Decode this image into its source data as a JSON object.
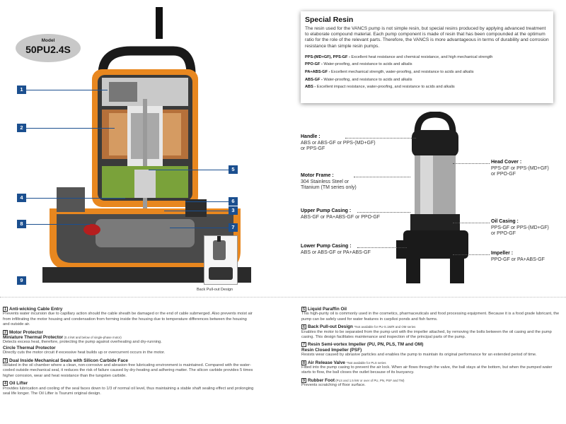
{
  "model": {
    "label": "Model",
    "name": "50PU2.4S"
  },
  "callouts": [
    "1",
    "2",
    "3",
    "4",
    "5",
    "6",
    "7",
    "8",
    "9"
  ],
  "thumbnail_caption": "Back Pull-out Design",
  "special_resin": {
    "title": "Special Resin",
    "intro": "The resin used for the VANCS pump is not simple resin, but special resins produced by applying advanced treatment to elaborate compound material. Each pump component is made of resin that has been compounded at the optimum ratio for the role of the relevant parts. Therefore, the VANCS is more advantageous in terms of durability and corrosion resistance than simple resin pumps.",
    "items": [
      {
        "code": "PPS-(MD+GF), PPS-GF - ",
        "desc": "Excellent heat resistance and chemical resistance, and high mechanical strength"
      },
      {
        "code": "PPO-GF - ",
        "desc": "Water-proofing, and resistance to acids and alkalis"
      },
      {
        "code": "PA+ABS-GF - ",
        "desc": "Excellent mechanical strength, water-proofing, and resistance to acids and alkalis"
      },
      {
        "code": "ABS-GF - ",
        "desc": "Water-proofing, and resistance to acids and alkalis"
      },
      {
        "code": "ABS - ",
        "desc": "Excellent impact resistance, water-proofing, and resistance to acids and alkalis"
      }
    ]
  },
  "materials": {
    "handle": {
      "title": "Handle :",
      "l1": "ABS or ABS-GF or PPS-(MD+GF)",
      "l2": "or PPS-GF"
    },
    "motor_frame": {
      "title": "Motor Frame :",
      "l1": "304 Stainless Steel or",
      "l2": "Titanium (TM series only)"
    },
    "upper_casing": {
      "title": "Upper Pump Casing :",
      "l1": "ABS-GF or PA+ABS-GF or PPO-GF"
    },
    "lower_casing": {
      "title": "Lower Pump Casing :",
      "l1": "ABS or ABS-GF or PA+ABS-GF"
    },
    "head_cover": {
      "title": "Head Cover :",
      "l1": "PPS-GF or PPS-(MD+GF)",
      "l2": "or PPO-GF"
    },
    "oil_casing": {
      "title": "Oil Casing :",
      "l1": "PPS-GF or PPS-(MD+GF)",
      "l2": "or PPO-GF"
    },
    "impeller": {
      "title": "Impeller :",
      "l1": "PPO-GF or PA+ABS-GF"
    }
  },
  "notes_left": [
    {
      "num": "1",
      "title": "Anti-wicking Cable Entry",
      "body": "Prevents water incursion due to capillary action should the cable sheath be damaged or the end of cable submerged. Also prevents moist air from infiltrating the motor housing and condensation from forming inside the housing due to temperature differences between the housing and outside air."
    },
    {
      "num": "2",
      "title": "Motor Protector",
      "sub1": "Miniature Thermal Protector",
      "sub1b": " (0.4 kW and below of single-phase motor)",
      "body1": "Detects excess heat, therefore, protecting the pump against overheating and dry-running.",
      "sub2": "Circle Thermal Protector",
      "body2": "Directly cuts the motor circuit if excessive heat builds up or overcurrent occurs in the motor."
    },
    {
      "num": "3",
      "title": "Dual Inside Mechanical Seals with Silicon Carbide Face",
      "body": "Isolated in the oil chamber where a clean, non-corrosive and abrasion-free lubricating environment is maintained. Compared with the water-cooled outside mechanical seal, it reduces the risk of failure caused by dry-heating and adhering matter. The silicon carbide provides 5 times higher corrosion, wear and heat resistance than the tungsten carbide."
    },
    {
      "num": "4",
      "title": "Oil Lifter",
      "body": "Provides lubrication and cooling of the seal faces down to 1/3 of normal oil level, thus maintaining a stable shaft sealing effect and prolonging seal life longer. The Oil Lifter is Tsurumi original design."
    }
  ],
  "notes_right": [
    {
      "num": "5",
      "title": "Liquid Paraffin Oil",
      "body": "This high-purity oil is commonly used in the cosmetics, pharmaceuticals and food processing equipment. Because it is a food grade lubricant, the pump can be safely used for water features in carp/koi ponds and fish farms."
    },
    {
      "num": "6",
      "title": "Back Pull-out Design",
      "note": "*Not available for PU-S.1M/R and OM series",
      "body": "Enables the motor to be separated from the pump unit with the impeller attached, by removing the bolts between the oil casing and the pump casing. This design facilitates maintenance and inspection of the principal parts of the pump."
    },
    {
      "num": "7",
      "title": "Resin Semi-vortex Impeller (PU, PN, PLS, TM and OM)",
      "title2": "Resin Closed Impeller (PSF)",
      "body": "Resists wear caused by abrasive particles and enables the pump to maintain its original performance for an extended period of time."
    },
    {
      "num": "8",
      "title": "Air Release Valve",
      "note": "*Not available for PLS series",
      "body": "Fitted into the pump casing to prevent the air lock. When air flows through the valve, the ball stays at the bottom, but when the pumped water starts to flow, the ball closes the outlet because of its buoyancy."
    },
    {
      "num": "9",
      "title": "Rubber Foot",
      "title_rest": " (PLS and 1.5 kW or over of PU, PN, PSF and TM)",
      "body": "Prevents scratching of floor surface."
    }
  ]
}
